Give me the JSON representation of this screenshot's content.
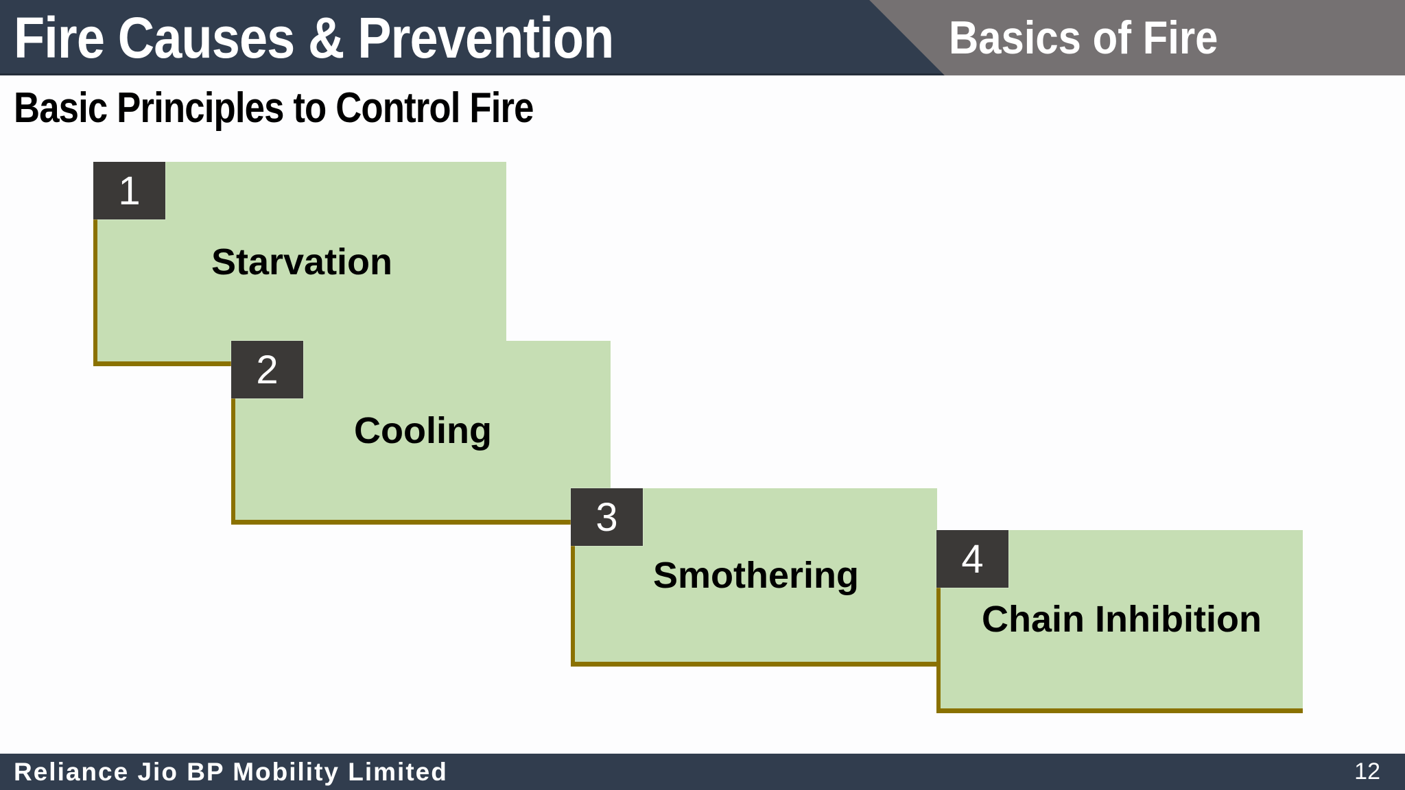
{
  "header": {
    "title": "Fire Causes & Prevention",
    "section": "Basics of Fire"
  },
  "subtitle": "Basic Principles to Control Fire",
  "diagram": {
    "type": "stair-step-list",
    "steps": [
      {
        "number": "1",
        "label": "Starvation"
      },
      {
        "number": "2",
        "label": "Cooling"
      },
      {
        "number": "3",
        "label": "Smothering"
      },
      {
        "number": "4",
        "label": "Chain Inhibition"
      }
    ]
  },
  "footer": {
    "company": "Reliance Jio BP Mobility Limited",
    "page_number": "12"
  },
  "colors": {
    "slide_bg": "#fdfdfe",
    "header_bg": "#313d4e",
    "accent_bg": "#757172",
    "box_fill": "#c6deb4",
    "box_border": "#8a7100",
    "badge_bg": "#3b3937",
    "badge_text": "#ffffff",
    "footer_bg": "#313d4e"
  }
}
